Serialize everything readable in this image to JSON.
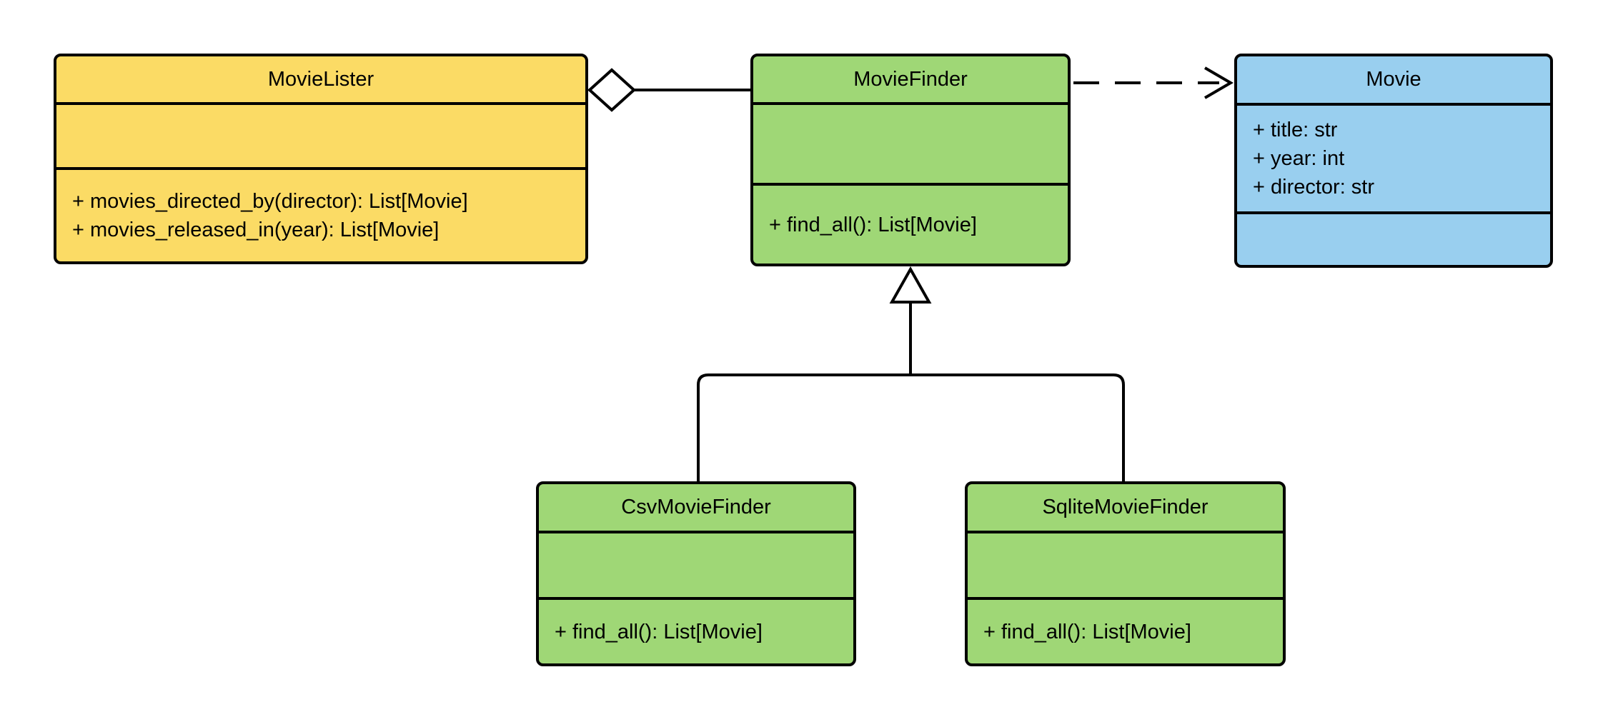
{
  "diagram": {
    "type": "uml-class-diagram",
    "background": "#FFFFFF",
    "stroke_color": "#000000",
    "text_color": "#000000",
    "classes": [
      {
        "name": "MovieLister",
        "fill": "#FBDB65",
        "attributes": [],
        "methods": [
          "+ movies_directed_by(director): List[Movie]",
          "+ movies_released_in(year): List[Movie]"
        ]
      },
      {
        "name": "MovieFinder",
        "fill": "#9FD776",
        "attributes": [],
        "methods": [
          "+ find_all(): List[Movie]"
        ]
      },
      {
        "name": "Movie",
        "fill": "#99CFEF",
        "attributes": [
          "+ title: str",
          "+ year: int",
          "+ director: str"
        ],
        "methods": []
      },
      {
        "name": "CsvMovieFinder",
        "fill": "#9FD776",
        "attributes": [],
        "methods": [
          "+ find_all(): List[Movie]"
        ]
      },
      {
        "name": "SqliteMovieFinder",
        "fill": "#9FD776",
        "attributes": [],
        "methods": [
          "+ find_all(): List[Movie]"
        ]
      }
    ],
    "relationships": [
      {
        "type": "aggregation",
        "owner": "MovieLister",
        "part": "MovieFinder",
        "marker": "hollow-diamond",
        "line": "solid"
      },
      {
        "type": "dependency",
        "from": "MovieFinder",
        "to": "Movie",
        "marker": "open-arrow",
        "line": "dashed"
      },
      {
        "type": "inheritance",
        "child": "CsvMovieFinder",
        "parent": "MovieFinder",
        "marker": "hollow-triangle",
        "line": "solid"
      },
      {
        "type": "inheritance",
        "child": "SqliteMovieFinder",
        "parent": "MovieFinder",
        "marker": "hollow-triangle",
        "line": "solid"
      }
    ]
  }
}
